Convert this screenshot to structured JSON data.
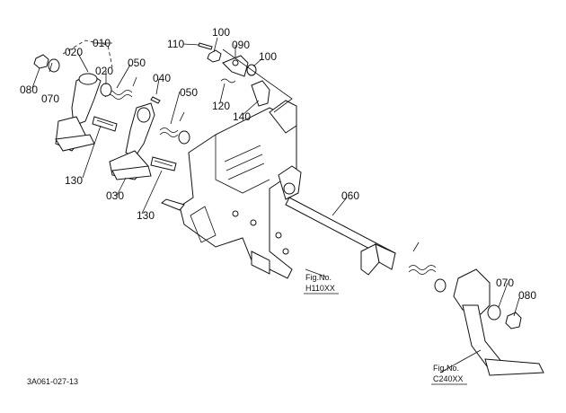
{
  "callouts": {
    "c010": "010",
    "c020a": "020",
    "c020b": "020",
    "c050a": "050",
    "c050b": "050",
    "c040": "040",
    "c070a": "070",
    "c080a": "080",
    "c100a": "100",
    "c100b": "100",
    "c110": "110",
    "c090": "090",
    "c120": "120",
    "c140": "140",
    "c130a": "130",
    "c130b": "130",
    "c030": "030",
    "c060": "060",
    "c070b": "070",
    "c080b": "080"
  },
  "figrefs": {
    "fig1_label": "Fig.No.",
    "fig1_id": "H110XX",
    "fig2_label": "Fig.No.",
    "fig2_id": "C240XX"
  },
  "footer": {
    "drawing_code": "3A061-027-13"
  }
}
